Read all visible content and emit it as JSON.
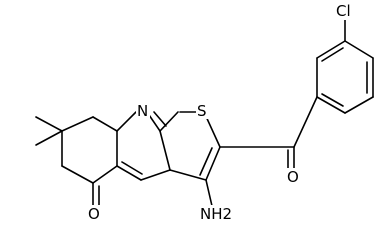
{
  "molecule": {
    "atoms": {
      "cl": "Cl",
      "s": "S",
      "n": "N",
      "o_ketone": "O",
      "o_ring": "O",
      "nh2": "NH2"
    }
  }
}
